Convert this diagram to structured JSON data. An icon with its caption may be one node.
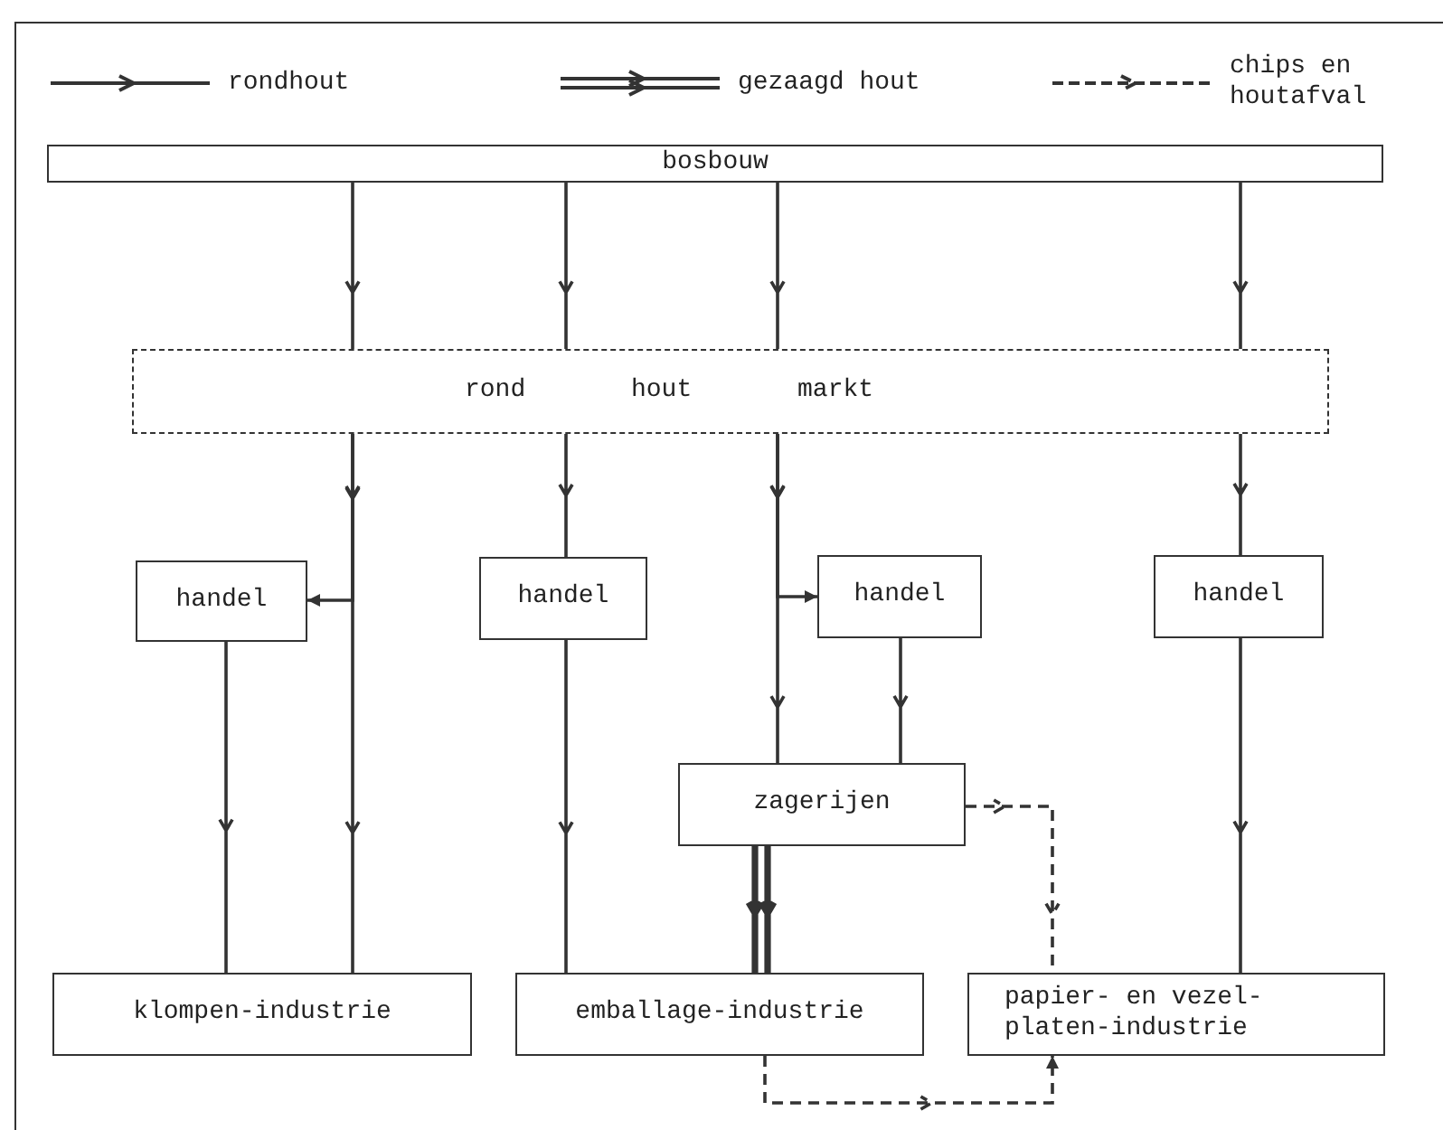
{
  "diagram": {
    "nodes": [
      {
        "text": [
          "bosbouw"
        ]
      },
      {
        "text": [
          "rond hout markt"
        ]
      },
      {
        "text": [
          "handel"
        ]
      },
      {
        "text": [
          "handel"
        ]
      },
      {
        "text": [
          "handel"
        ]
      },
      {
        "text": [
          "handel"
        ]
      },
      {
        "text": [
          "zagerijen"
        ]
      },
      {
        "text": [
          "klompen-industrie"
        ]
      },
      {
        "text": [
          "emballage-industrie"
        ]
      },
      {
        "text": [
          "papier- en vezel- platen-industrie"
        ]
      }
    ],
    "edges": [
      {
        "from": 0,
        "to": 1,
        "arrow": "to"
      },
      {
        "from": 1,
        "to": 2,
        "arrow": "to"
      },
      {
        "from": 1,
        "to": 7,
        "arrow": "to"
      },
      {
        "from": 0,
        "to": 1,
        "arrow": "to"
      },
      {
        "from": 1,
        "to": 3,
        "arrow": "to"
      },
      {
        "from": 0,
        "to": 1,
        "arrow": "to"
      },
      {
        "from": 1,
        "to": 4,
        "arrow": "to"
      },
      {
        "from": 1,
        "to": 6,
        "arrow": "to"
      },
      {
        "from": 0,
        "to": 1,
        "arrow": "to"
      },
      {
        "from": 1,
        "to": 5,
        "arrow": "to"
      },
      {
        "from": 2,
        "to": 7,
        "arrow": "to"
      },
      {
        "from": 3,
        "to": 8,
        "arrow": "to"
      },
      {
        "from": 4,
        "to": 6,
        "arrow": "to"
      },
      {
        "from": 5,
        "to": 9,
        "arrow": "to"
      },
      {
        "from": 6,
        "to": 8,
        "arrow": "to",
        "style": "thick"
      },
      {
        "from": 6,
        "to": 9,
        "arrow": "to",
        "style": "dashed"
      },
      {
        "from": 8,
        "to": 9,
        "arrow": "to",
        "style": "dashed"
      }
    ],
    "legend": [
      {
        "text": "rondhout"
      },
      {
        "text": "gezaagd hout"
      },
      {
        "text": "chips en houtafval"
      }
    ]
  }
}
